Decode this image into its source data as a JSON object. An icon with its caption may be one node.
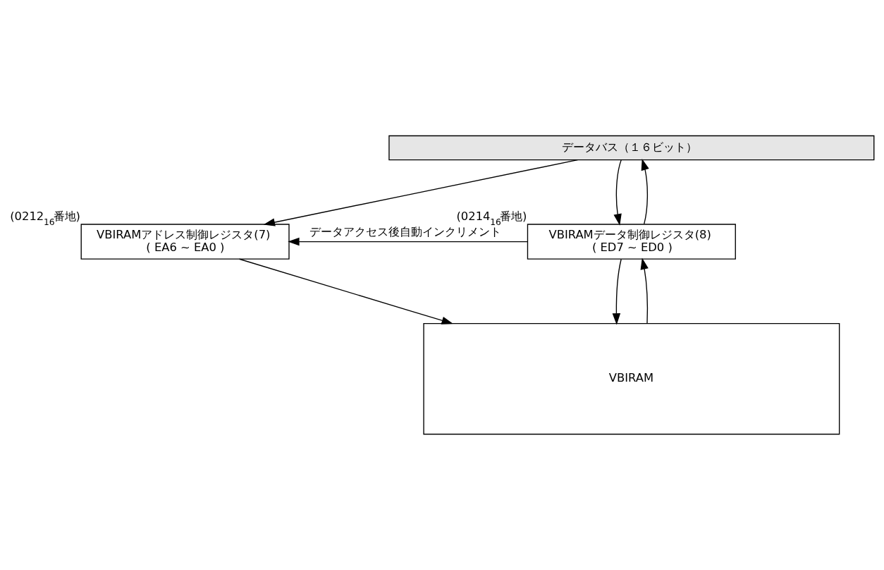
{
  "diagram": {
    "nodes": [
      {
        "text": [
          "データバス（１６ビット）"
        ]
      },
      {
        "text": [
          "VBIRAMアドレス制御レジスタ(7)",
          "( EA6 ~ EA0 )"
        ],
        "beside": [
          "(0212$_{16}$番地)"
        ]
      },
      {
        "text": [
          "VBIRAMデータ制御レジスタ(8)",
          "( ED7 ~ ED0 )"
        ],
        "beside": [
          "(0214$_{16}$番地)"
        ]
      },
      {
        "text": [
          "VBIRAM"
        ]
      }
    ],
    "edges": [
      {
        "from": 0,
        "to": 1,
        "arrow": "to"
      },
      {
        "from": 0,
        "to": 2,
        "arrow": "to"
      },
      {
        "from": 2,
        "to": 0,
        "arrow": "to"
      },
      {
        "from": 1,
        "to": 3,
        "arrow": "to"
      },
      {
        "from": 2,
        "to": 3,
        "arrow": "to"
      },
      {
        "from": 3,
        "to": 2,
        "arrow": "to"
      },
      {
        "from": 2,
        "to": 1,
        "arrow": "to",
        "label": "データアクセス後自動インクリメント"
      }
    ]
  }
}
